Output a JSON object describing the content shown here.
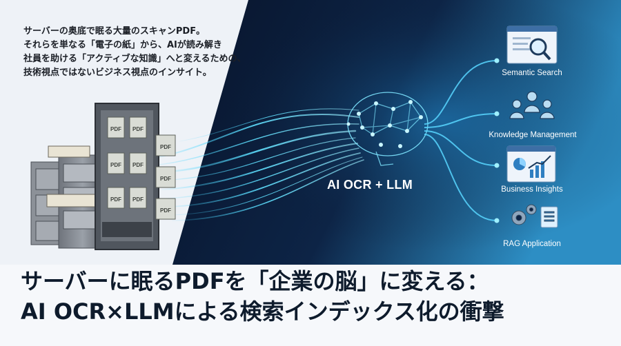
{
  "intro_lines": [
    "サーバーの奥底で眠る大量のスキャンPDF。",
    "それらを単なる「電子の紙」から、AIが読み解き",
    "社員を助ける「アクティブな知識」へと変えるための、",
    "技術視点ではないビジネス視点のインサイト。"
  ],
  "center_label": "AI OCR + LLM",
  "outputs": [
    {
      "label": "Semantic Search",
      "icon": "magnifier-document-icon"
    },
    {
      "label": "Knowledge Management",
      "icon": "people-network-icon"
    },
    {
      "label": "Business Insights",
      "icon": "chart-dashboard-icon"
    },
    {
      "label": "RAG Application",
      "icon": "gears-document-icon"
    }
  ],
  "pdf_label": "PDF",
  "headline": {
    "line1": "サーバーに眠るPDFを「企業の脳」に変える：",
    "line2": "AI OCR×LLMによる検索インデックス化の衝撃"
  },
  "colors": {
    "dark_navy": "#0b1a33",
    "accent_cyan": "#3fd0ff",
    "headline_text": "#0e1b2c"
  }
}
